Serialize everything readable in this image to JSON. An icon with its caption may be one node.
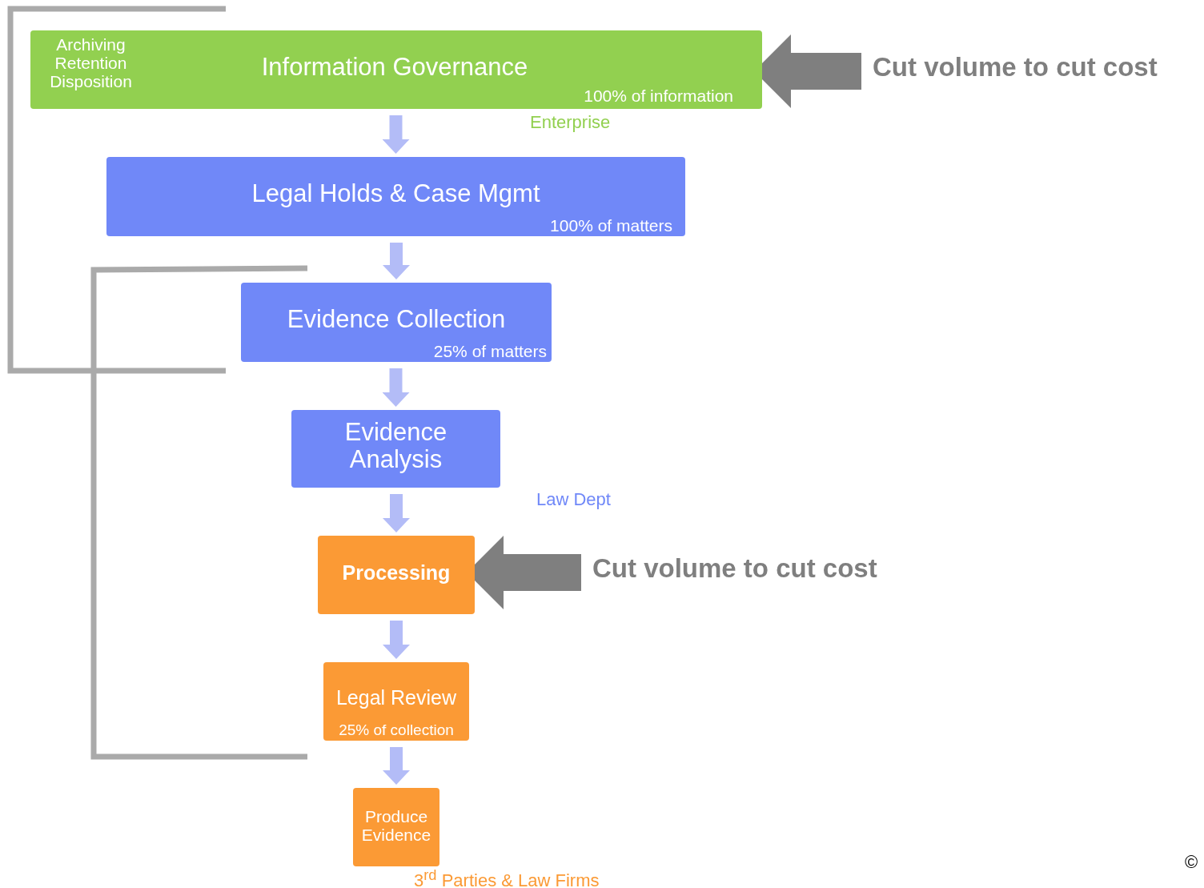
{
  "diagram": {
    "nodes": [
      {
        "text": [
          "Archiving Retention Disposition",
          "Information Governance",
          "100% of information"
        ]
      },
      {
        "text": [
          "Legal Holds & Case Mgmt",
          "100% of matters"
        ]
      },
      {
        "text": [
          "Evidence Collection",
          "25% of matters"
        ]
      },
      {
        "text": [
          "Evidence Analysis"
        ]
      },
      {
        "text": [
          "Processing"
        ]
      },
      {
        "text": [
          "Legal Review",
          "25% of collection"
        ]
      },
      {
        "text": [
          "Produce Evidence"
        ],
        "beside": [
          "3$^{rd}$ Parties & Law Firms"
        ]
      },
      {
        "text": [
          "Cut volume to cut cost"
        ]
      },
      {
        "text": [
          "Cut volume to cut cost"
        ]
      }
    ],
    "edges": [
      {
        "from": 0,
        "to": 1,
        "arrow": "to"
      },
      {
        "from": 1,
        "to": 2,
        "arrow": "to"
      },
      {
        "from": 2,
        "to": 3,
        "arrow": "to"
      },
      {
        "from": 3,
        "to": 4,
        "arrow": "to"
      },
      {
        "from": 4,
        "to": 5,
        "arrow": "to"
      },
      {
        "from": 5,
        "to": 6,
        "arrow": "to"
      },
      {
        "from": 7,
        "to": 0,
        "arrow": "to",
        "style": "thick",
        "color": "#7f7f7f"
      },
      {
        "from": 8,
        "to": 4,
        "arrow": "to",
        "style": "thick",
        "color": "#7f7f7f"
      }
    ],
    "labels": [
      "Enterprise",
      "Law Dept",
      "©"
    ]
  }
}
